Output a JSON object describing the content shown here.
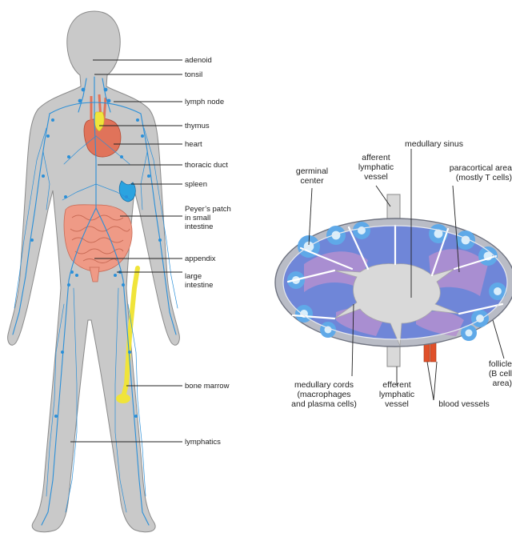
{
  "body_diagram": {
    "labels": {
      "adenoid": "adenoid",
      "tonsil": "tonsil",
      "lymph_node": "lymph node",
      "thymus": "thymus",
      "heart": "heart",
      "thoracic_duct": "thoracic duct",
      "spleen": "spleen",
      "peyers_patch": [
        "Peyer’s patch",
        "in small",
        "intestine"
      ],
      "appendix": "appendix",
      "large_intestine": [
        "large",
        "intestine"
      ],
      "bone_marrow": "bone marrow",
      "lymphatics": "lymphatics"
    },
    "colors": {
      "skin": "#c9c9c9",
      "skin_outline": "#8a8a8a",
      "lymphatic": "#2a8fd8",
      "heart": "#e0735a",
      "intestine": "#ef9a86",
      "bone_marrow": "#f0e43a",
      "spleen": "#2aa3e0"
    }
  },
  "node_diagram": {
    "labels": {
      "medullary_sinus": "medullary sinus",
      "afferent": [
        "afferent",
        "lymphatic",
        "vessel"
      ],
      "germinal": [
        "germinal",
        "center"
      ],
      "paracortical": [
        "paracortical area",
        "(mostly T cells)"
      ],
      "follicle": [
        "follicle",
        "(B cell",
        "area)"
      ],
      "medullary_cords": [
        "medullary cords",
        "(macrophages",
        "and plasma cells)"
      ],
      "efferent": [
        "efferent",
        "lymphatic",
        "vessel"
      ],
      "blood_vessels": "blood vessels"
    },
    "colors": {
      "capsule": "#b9bcc6",
      "cortex": "#6f86d8",
      "follicle": "#5fa9e8",
      "germinal": "#d9eefb",
      "paracortex": "#b48fd0",
      "medulla": "#d9d9d9",
      "artery": "#e0502a"
    }
  }
}
